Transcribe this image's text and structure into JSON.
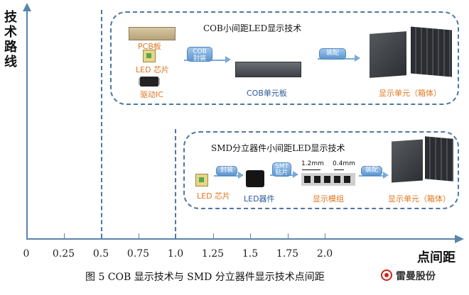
{
  "axis": {
    "y_label": "技术路线",
    "x_label": "点间距",
    "ticks": [
      {
        "value": 0,
        "label": "0"
      },
      {
        "value": 0.25,
        "label": "0.25"
      },
      {
        "value": 0.5,
        "label": "0.5"
      },
      {
        "value": 0.75,
        "label": "0.75"
      },
      {
        "value": 1.0,
        "label": "1.0"
      },
      {
        "value": 1.25,
        "label": "1.25"
      },
      {
        "value": 1.5,
        "label": "1.5"
      },
      {
        "value": 1.75,
        "label": "1.75"
      },
      {
        "value": 2.0,
        "label": "2.0"
      }
    ]
  },
  "cob": {
    "title": "COB小间距LED显示技术",
    "pcb_label": "PCB板",
    "led_label": "LED 芯片",
    "ic_label": "驱动IC",
    "arrow1_label": "COB\n封装",
    "unit_board_label": "COB单元板",
    "arrow2_label": "装配",
    "cabinet_label": "显示单元（箱体）"
  },
  "smd": {
    "title": "SMD分立器件小间距LED显示技术",
    "led_label": "LED 芯片",
    "arrow1_label": "封装",
    "device_label": "LED器件",
    "arrow2_label": "SMT\n贴片",
    "pitch_a": "1.2mm",
    "pitch_b": "0.4mm",
    "module_label": "显示模组",
    "arrow3_label": "装配",
    "cabinet_label": "显示单元（箱体）"
  },
  "caption": "图 5 COB 显示技术与 SMD 分立器件显示技术点间距",
  "logo_text": "雷曼股份",
  "colors": {
    "axis": "#5b84ad",
    "dash": "#4d77a3",
    "orange_label": "#e0761f",
    "blue_label": "#2b5a97",
    "pill": "#6fa3d6"
  }
}
